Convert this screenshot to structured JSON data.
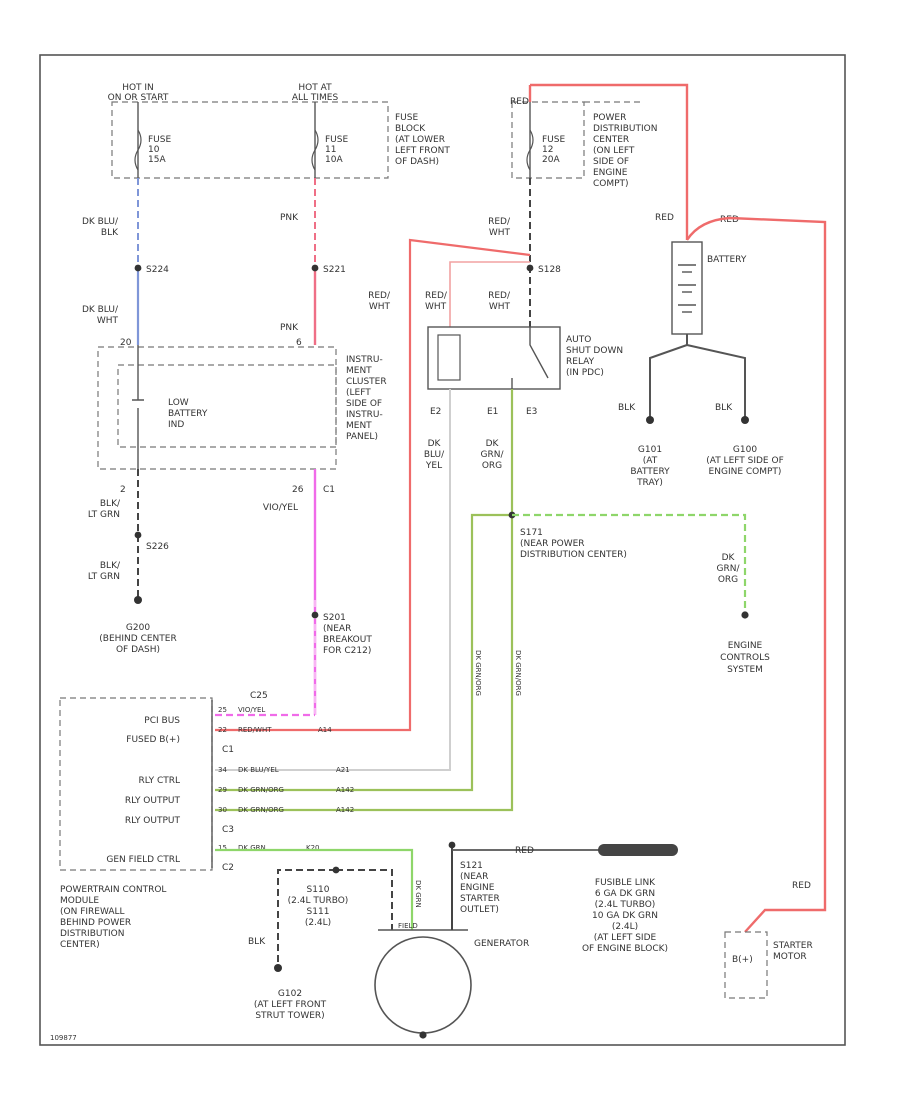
{
  "figure_id": "109877",
  "colors": {
    "blue": "#7f96d8",
    "pink": "#ef6f86",
    "red": "#ef6b6b",
    "magenta": "#f06be9",
    "gray_wire": "#cfcfcf",
    "green": "#8ed66a",
    "olive": "#9cc15a",
    "dark": "#333333"
  },
  "top_feeds": {
    "hot_run": [
      "HOT IN",
      "ON OR START"
    ],
    "hot_all": [
      "HOT AT",
      "ALL TIMES"
    ],
    "red": "RED"
  },
  "fuses": {
    "f10": [
      "FUSE",
      "10",
      "15A"
    ],
    "f11": [
      "FUSE",
      "11",
      "10A"
    ],
    "f12": [
      "FUSE",
      "12",
      "20A"
    ]
  },
  "fuse_block": [
    "FUSE",
    "BLOCK",
    "(AT LOWER",
    "LEFT FRONT",
    "OF DASH)"
  ],
  "pdc": [
    "POWER",
    "DISTRIBUTION",
    "CENTER",
    "(ON LEFT",
    "SIDE OF",
    "ENGINE",
    "COMPT)"
  ],
  "wires": {
    "dk_blu_blk": [
      "DK BLU/",
      "BLK"
    ],
    "pnk": "PNK",
    "red_wht": [
      "RED/",
      "WHT"
    ],
    "dk_blu_wht": [
      "DK BLU/",
      "WHT"
    ],
    "blk_lt_grn": [
      "BLK/",
      "LT GRN"
    ],
    "vio_yel": "VIO/YEL",
    "dk_blu_yel": [
      "DK",
      "BLU/",
      "YEL"
    ],
    "dk_grn_org": [
      "DK",
      "GRN/",
      "ORG"
    ],
    "blk": "BLK",
    "red": "RED",
    "dk_grn_org_v": "DK GRN/ORG",
    "dk_grn_org_eng": [
      "DK",
      "GRN/",
      "ORG"
    ]
  },
  "splices": {
    "s224": "S224",
    "s221": "S221",
    "s128": "S128",
    "s226": "S226",
    "s171": [
      "S171",
      "(NEAR POWER",
      "DISTRIBUTION CENTER)"
    ],
    "s121": [
      "S121",
      "(NEAR",
      "ENGINE",
      "STARTER",
      "OUTLET)"
    ],
    "s201": [
      "S201",
      "(NEAR",
      "BREAKOUT",
      "FOR C212)"
    ]
  },
  "cluster": {
    "label": [
      "INSTRU-",
      "MENT",
      "CLUSTER",
      "(LEFT",
      "SIDE OF",
      "INSTRU-",
      "MENT",
      "PANEL)"
    ],
    "lamp": [
      "LOW",
      "BATTERY",
      "IND"
    ],
    "pins": {
      "p20": "20",
      "p6": "6",
      "p2": "2",
      "p26": "26",
      "c1": "C1"
    }
  },
  "relay": {
    "label": [
      "AUTO",
      "SHUT DOWN",
      "RELAY",
      "(IN PDC)"
    ],
    "pins": {
      "e2": "E2",
      "e1": "E1",
      "e3": "E3"
    }
  },
  "battery": {
    "label": "BATTERY",
    "red": "RED"
  },
  "grounds": {
    "g101": [
      "G101",
      "(AT",
      "BATTERY",
      "TRAY)"
    ],
    "g100": [
      "G100",
      "(AT LEFT SIDE OF",
      "ENGINE COMPT)"
    ],
    "g200": [
      "G200",
      "(BEHIND CENTER",
      "OF DASH)"
    ],
    "g102": [
      "G102",
      "(AT LEFT FRONT",
      "STRUT TOWER)"
    ]
  },
  "engine_controls": [
    "ENGINE",
    "CONTROLS",
    "SYSTEM"
  ],
  "pcm": {
    "label": [
      "POWERTRAIN CONTROL",
      "MODULE",
      "(ON FIREWALL",
      "BEHIND POWER",
      "DISTRIBUTION",
      "CENTER)"
    ],
    "connectors": {
      "c2": "C2",
      "c3": "C3"
    },
    "c1_labels": [
      "C1",
      "C1",
      "C1"
    ],
    "rows": [
      {
        "name": "PCI BUS",
        "wire": "VIO/YEL",
        "pin": "C25",
        "pin_num": "25"
      },
      {
        "name": "FUSED B(+)",
        "wire": "RED/WHT",
        "pin": "A14",
        "pin_num": "22"
      },
      {
        "name": "RLY CTRL",
        "wire": "DK BLU/YEL",
        "pin": "A21",
        "pin_num": "34"
      },
      {
        "name": "RLY OUTPUT",
        "wire": "DK GRN/ORG",
        "pin": "A142",
        "pin_num": "29"
      },
      {
        "name": "RLY OUTPUT",
        "wire": "DK GRN/ORG",
        "pin": "A142",
        "pin_num": "30"
      },
      {
        "name": "GEN FIELD CTRL",
        "wire": "DK GRN",
        "pin": "K20",
        "pin_num": "15"
      }
    ]
  },
  "s110": [
    "S110",
    "(2.4L TURBO)",
    "S111",
    "(2.4L)"
  ],
  "generator": {
    "label": "GENERATOR",
    "field": "FIELD",
    "blk": "BLK",
    "grn": "DK GRN"
  },
  "fusible_link": [
    "FUSIBLE LINK",
    "6 GA DK GRN",
    "(2.4L TURBO)",
    "10 GA DK GRN",
    "(2.4L)",
    "(AT LEFT SIDE",
    "OF ENGINE BLOCK)"
  ],
  "fusible_wire": "RED",
  "starter": {
    "terminal": "B(+)",
    "label": [
      "STARTER",
      "MOTOR"
    ]
  }
}
